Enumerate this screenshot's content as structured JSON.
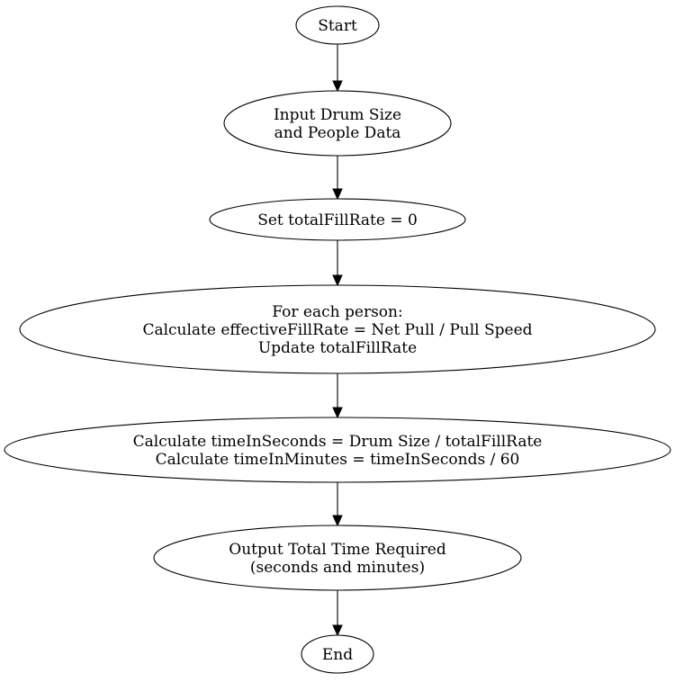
{
  "nodes": [
    {
      "id": "start",
      "lines": [
        "Start"
      ]
    },
    {
      "id": "input",
      "lines": [
        "Input Drum Size",
        "and People Data"
      ]
    },
    {
      "id": "init",
      "lines": [
        "Set totalFillRate = 0"
      ]
    },
    {
      "id": "loop",
      "lines": [
        "For each person:",
        "Calculate effectiveFillRate = Net Pull / Pull Speed",
        "Update totalFillRate"
      ]
    },
    {
      "id": "calc",
      "lines": [
        "Calculate timeInSeconds = Drum Size / totalFillRate",
        "Calculate timeInMinutes = timeInSeconds / 60"
      ]
    },
    {
      "id": "output",
      "lines": [
        "Output Total Time Required",
        "(seconds and minutes)"
      ]
    },
    {
      "id": "end",
      "lines": [
        "End"
      ]
    }
  ],
  "edges": [
    {
      "from": "start",
      "to": "input"
    },
    {
      "from": "input",
      "to": "init"
    },
    {
      "from": "init",
      "to": "loop"
    },
    {
      "from": "loop",
      "to": "calc"
    },
    {
      "from": "calc",
      "to": "output"
    },
    {
      "from": "output",
      "to": "end"
    }
  ]
}
